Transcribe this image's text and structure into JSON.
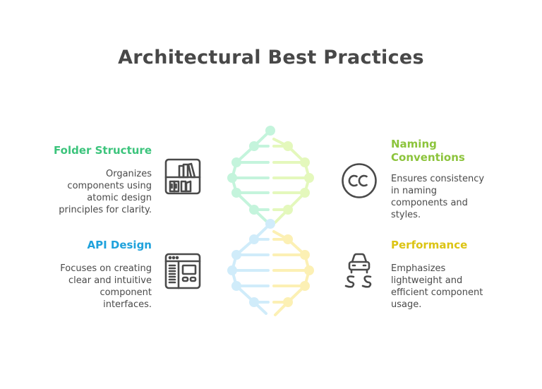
{
  "title": "Architectural Best Practices",
  "colors": {
    "folder": "#3cc47c",
    "api": "#1fa2dc",
    "naming": "#8cc43c",
    "performance": "#dcc414",
    "text": "#4a4a4a",
    "icon": "#4a4a4a",
    "helix_green": "#c4f4dc",
    "helix_lime": "#e4f8bc",
    "helix_blue": "#d0ecfa",
    "helix_yellow": "#fcf0b4"
  },
  "items": [
    {
      "heading": "Folder Structure",
      "description": "Organizes components using atomic design principles for clarity.",
      "lines": [
        "Organizes",
        "components using",
        "atomic design",
        "principles for clarity."
      ],
      "icon": "bookshelf-icon"
    },
    {
      "heading": "API Design",
      "description": "Focuses on creating clear and intuitive component interfaces.",
      "lines": [
        "Focuses on creating",
        "clear and intuitive",
        "component",
        "interfaces."
      ],
      "icon": "browser-window-icon"
    },
    {
      "heading_lines": [
        "Naming",
        "Conventions"
      ],
      "heading": "Naming Conventions",
      "description": "Ensures consistency in naming components and styles.",
      "lines": [
        "Ensures consistency",
        "in naming",
        "components and",
        "styles."
      ],
      "icon": "cc-circle-icon"
    },
    {
      "heading": "Performance",
      "description": "Emphasizes lightweight and efficient component usage.",
      "lines": [
        "Emphasizes",
        "lightweight and",
        "efficient component",
        "usage."
      ],
      "icon": "car-road-icon"
    }
  ]
}
